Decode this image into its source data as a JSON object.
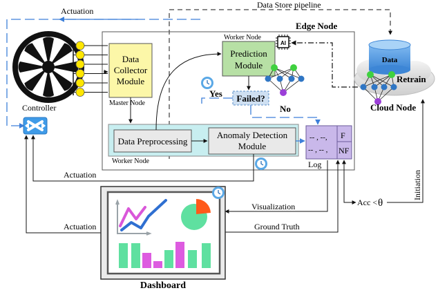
{
  "labels": {
    "data_store_pipeline": "Data Store pipeline",
    "actuation_top": "Actuation",
    "actuation_mid": "Actuation",
    "actuation_bottom": "Actuation",
    "edge_node": "Edge Node",
    "controller": "Controller",
    "master_node": "Master Node",
    "worker_node_top": "Worker Node",
    "worker_node_bottom": "Worker Node",
    "cloud_node": "Cloud Node",
    "retrain": "Retrain",
    "data": "Data",
    "yes": "Yes",
    "no": "No",
    "failed": "Failed?",
    "log": "Log",
    "visualization": "Visualization",
    "ground_truth": "Ground Truth",
    "dashboard": "Dashboard",
    "initiation": "Initiation",
    "acc": "Acc <",
    "theta": "θ",
    "ai_chip": "AI"
  },
  "modules": {
    "data_collector": [
      "Data",
      "Collector",
      "Module"
    ],
    "prediction": [
      "Prediction",
      "Module"
    ],
    "preprocessing": "Data Preprocessing",
    "anomaly": [
      "Anomaly Detection",
      "Module"
    ]
  },
  "log_entries": {
    "row1": "-- , --,",
    "row2": "-- , -- ,",
    "f": "F",
    "nf": "NF"
  },
  "colors": {
    "collector_fill": "#fcf7a8",
    "prediction_fill": "#b7e0a5",
    "worker_band": "#c8eef0",
    "log_fill": "#c9b8ea",
    "failed_fill": "#cfe0f2",
    "blue_arrow": "#3d7fd9",
    "node_green": "#3fd13f",
    "node_blue": "#2f76c4",
    "node_purple": "#9b3fd8",
    "sensor_yellow": "#ffe600",
    "bar_green": "#5fe0a0",
    "bar_pink": "#dd5be0",
    "pie_orange": "#ff5a1a"
  }
}
